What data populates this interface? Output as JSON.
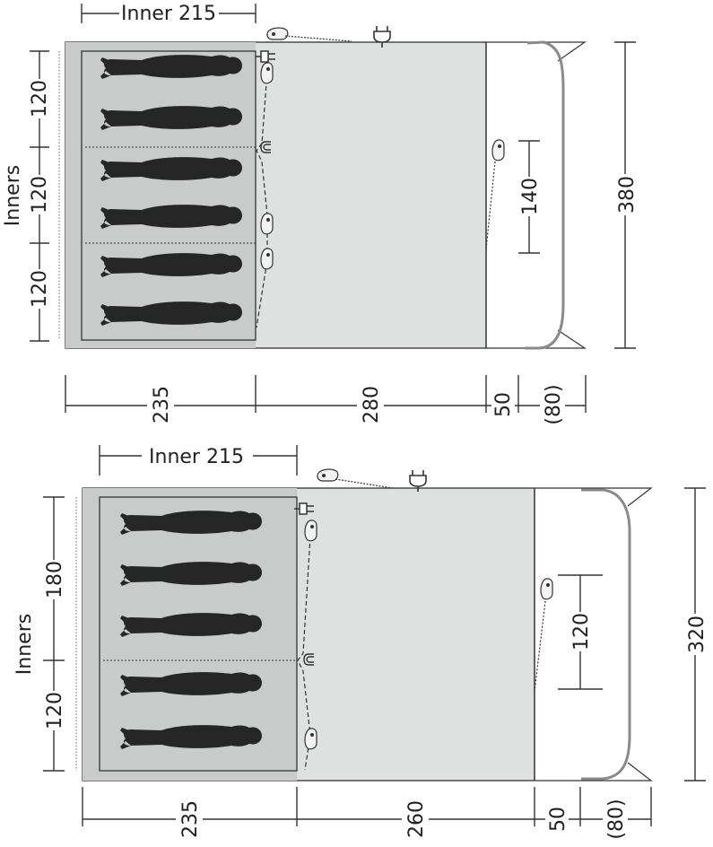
{
  "top_plan": {
    "inner_label": "Inner 215",
    "inners_label": "Inners",
    "room_heights": [
      "120",
      "120",
      "120"
    ],
    "door_width": "140",
    "total_depth": "380",
    "bottom_dims": [
      "235",
      "280",
      "50",
      "(80)"
    ]
  },
  "bottom_plan": {
    "inner_label": "Inner 215",
    "inners_label": "Inners",
    "room_heights": [
      "180",
      "120"
    ],
    "door_width": "120",
    "total_depth": "320",
    "bottom_dims": [
      "235",
      "260",
      "50",
      "(80)"
    ]
  },
  "colors": {
    "living_area": "#dfe1e1",
    "sleeping_area": "#c9cbcb",
    "person": "#262626",
    "porch_pole": "#8a8a8a",
    "outline": "#333333"
  },
  "icons": [
    "plug-icon",
    "socket-icon",
    "door-toggle-icon",
    "magnet-icon"
  ]
}
